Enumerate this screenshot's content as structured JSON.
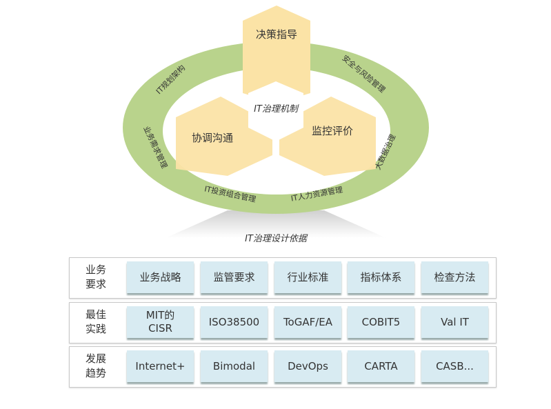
{
  "diagram": {
    "center": "IT治理机制",
    "petals": [
      "决策指导",
      "协调沟通",
      "监控评价"
    ],
    "ring_items": [
      "IT规划架构",
      "安全与风险管理",
      "业务需求管理",
      "大数据治理",
      "IT投资组合管理",
      "IT人力资源管理"
    ],
    "caption": "IT治理设计依据"
  },
  "rows": [
    {
      "label": "业务要求",
      "cells": [
        "业务战略",
        "监管要求",
        "行业标准",
        "指标体系",
        "检查方法"
      ]
    },
    {
      "label": "最佳实践",
      "cells": [
        "MIT的\nCISR",
        "ISO38500",
        "ToGAF/EA",
        "COBIT5",
        "Val IT"
      ]
    },
    {
      "label": "发展趋势",
      "cells": [
        "Internet+",
        "Bimodal",
        "DevOps",
        "CARTA",
        "CASB..."
      ]
    }
  ],
  "colors": {
    "ring": "#b9d38c",
    "petal": "#fbe3a6",
    "cell": "#d8ebf2"
  }
}
